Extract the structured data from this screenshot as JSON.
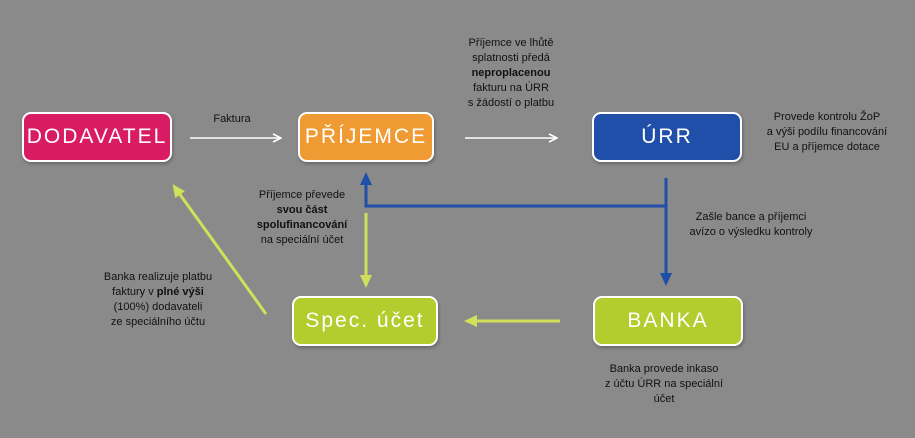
{
  "colors": {
    "background": "#8a8a8a",
    "dodavatel": "#d81b63",
    "prijemce": "#ef9a33",
    "urr": "#1f4fa8",
    "banka": "#b3cc2e",
    "spec": "#b3cc2e",
    "arrow_white": "#ffffff",
    "arrow_blue": "#1f4fa8",
    "arrow_green": "#d0e05a"
  },
  "boxes": {
    "dodavatel": "DODAVATEL",
    "prijemce": "PŘÍJEMCE",
    "urr": "ÚRR",
    "banka": "BANKA",
    "spec": "Spec. účet"
  },
  "labels": {
    "faktura": "Faktura",
    "prijemce_to_urr": {
      "l1": "Příjemce ve lhůtě",
      "l2": "splatnosti předá",
      "l3": "neproplacenou",
      "l4": "fakturu na ÚRR",
      "l5": "s žádostí o platbu"
    },
    "urr_kontrola": {
      "l1": "Provede kontrolu ŽoP",
      "l2": "a výši podílu financování",
      "l3": "EU a příjemce dotace"
    },
    "prijemce_prevede": {
      "l1": "Příjemce převede",
      "l2": "svou část",
      "l3": "spolufinancování",
      "l4": "na speciální účet"
    },
    "zasle_bance": {
      "l1": "Zašle bance a příjemci",
      "l2": "avízo o výsledku kontroly"
    },
    "banka_realizuje": {
      "l1": "Banka realizuje platbu",
      "l2a": "faktury v ",
      "l2b": "plné výši",
      "l3": "(100%) dodavateli",
      "l4": "ze speciálního účtu"
    },
    "banka_provede": {
      "l1": "Banka provede inkaso",
      "l2": "z účtu ÚRR na speciální",
      "l3": "účet"
    }
  }
}
